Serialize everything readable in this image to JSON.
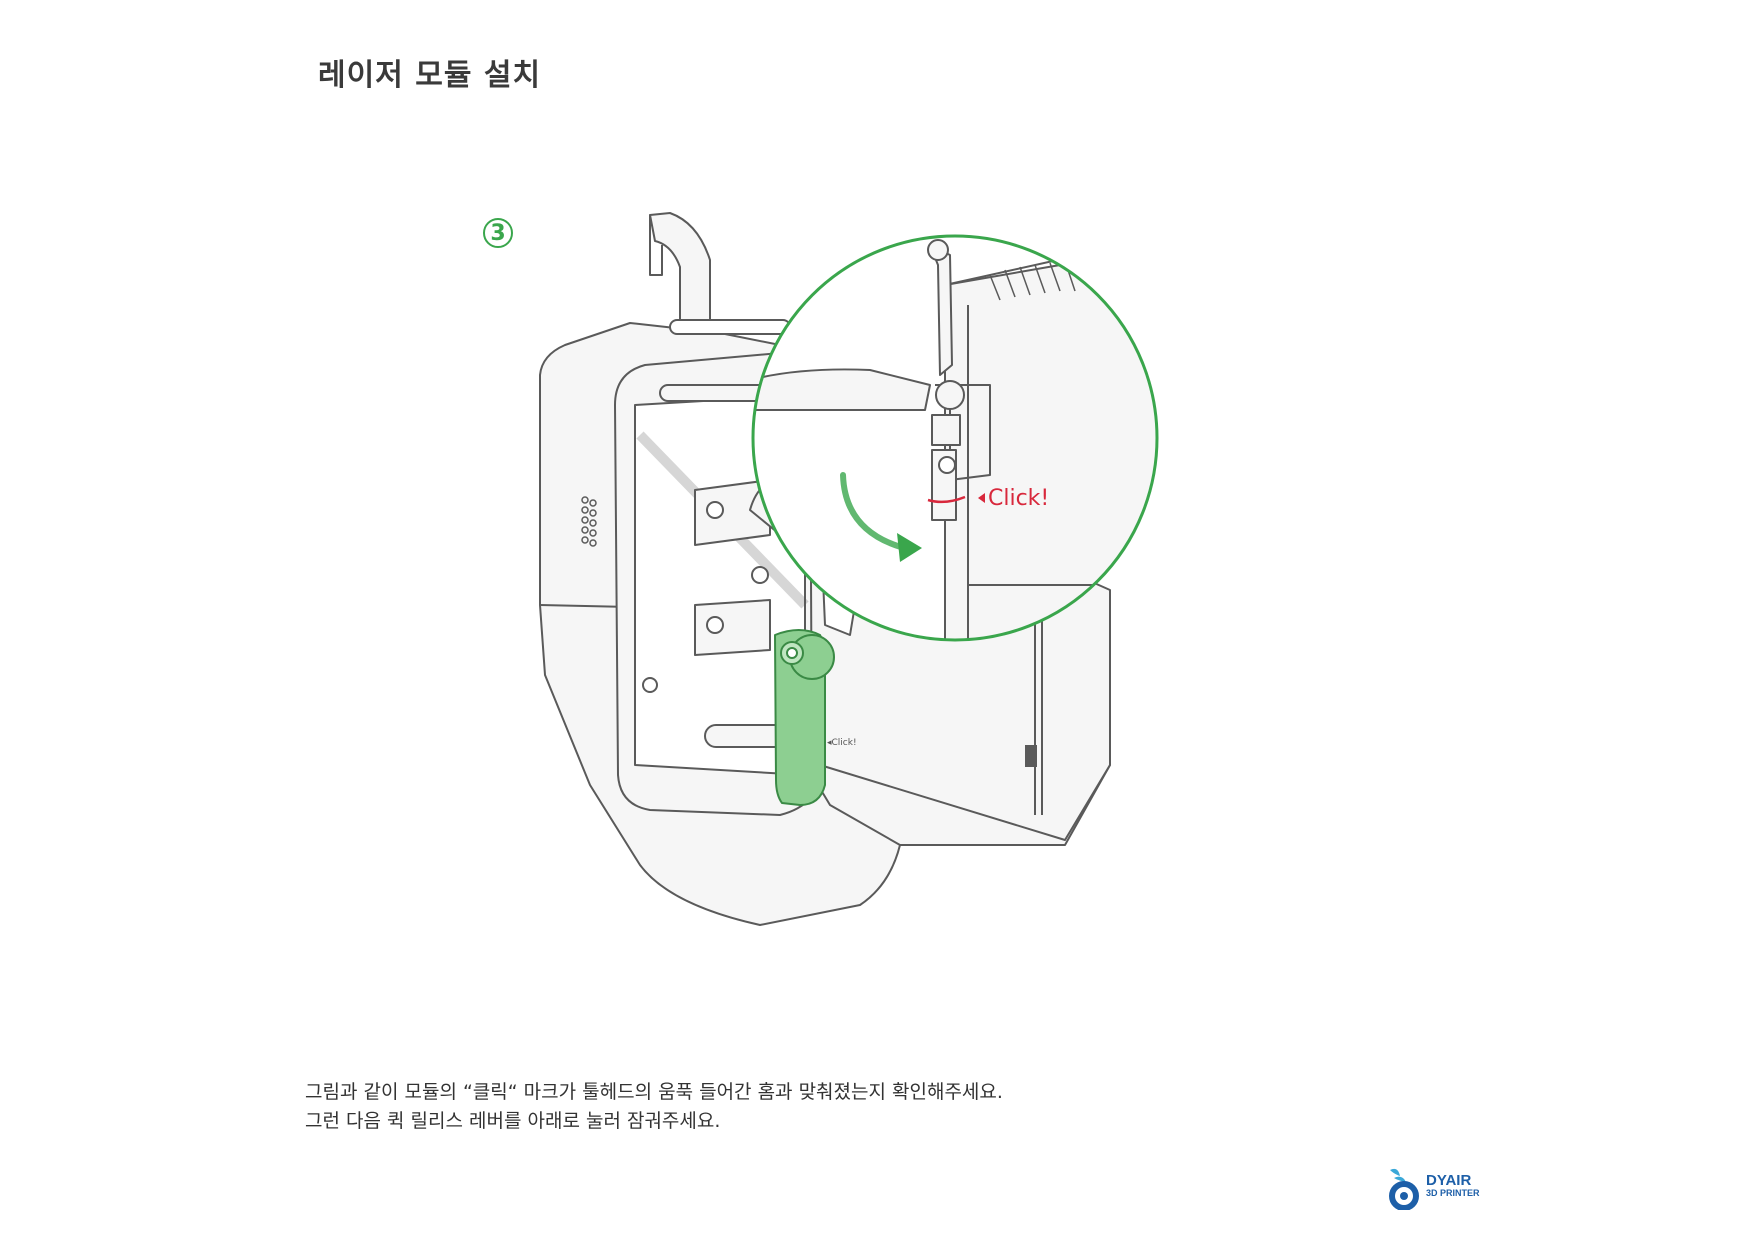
{
  "page": {
    "title": "레이저 모듈 설치",
    "step_number": "3",
    "callout_click": "Click!",
    "small_click": "◂Click!",
    "instructions": [
      "그림과 같이 모듈의 “클릭“ 마크가 툴헤드의 움푹 들어간 홈과 맞춰졌는지 확인해주세요.",
      "그런 다음 퀵 릴리스 레버를 아래로 눌러 잠궈주세요."
    ]
  },
  "logo": {
    "brand": "DYAIR",
    "sub": "3D PRINTER"
  },
  "colors": {
    "accent_green": "#3aa64c",
    "lever_green": "#8dcf91",
    "click_red": "#d8283c",
    "line": "#5a5a5a",
    "logo_blue": "#1d5fa8"
  }
}
